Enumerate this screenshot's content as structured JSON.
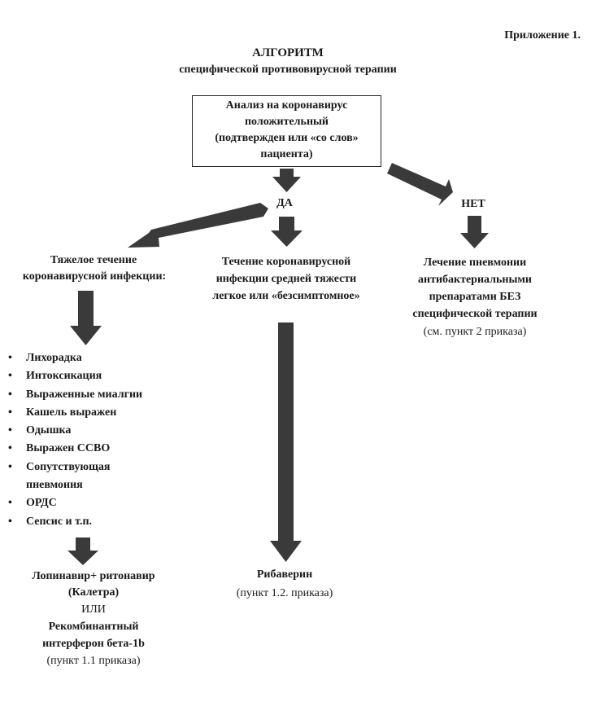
{
  "appendix": "Приложение 1.",
  "title": "АЛГОРИТМ",
  "subtitle": "специфической противовирусной терапии",
  "top_box": {
    "lines": [
      "Анализ на коронавирус",
      "положительный",
      "(подтвержден или «со слов»",
      "пациента)"
    ]
  },
  "yes_label": "ДА",
  "no_label": "НЕТ",
  "severe": {
    "heading_lines": [
      "Тяжелое течение",
      "коронавирусной инфекции:"
    ],
    "symptoms": [
      "Лихорадка",
      "Интоксикация",
      "Выраженные миалгии",
      "Кашель выражен",
      "Одышка",
      "Выражен ССВО",
      "Сопутствующая пневмония",
      "ОРДС",
      "Сепсис и т.п."
    ],
    "treatment": {
      "line1": "Лопинавир+ ритонавир",
      "line2": "(Калетра)",
      "or_text": "ИЛИ",
      "line3": "Рекомбинантный",
      "line4": "интерферон бета-1b",
      "ref": "(пункт 1.1 приказа)"
    }
  },
  "moderate": {
    "heading_lines": [
      "Течение коронавирусной",
      "инфекции средней тяжести",
      "легкое или «безсимптомное»"
    ],
    "treatment": "Рибаверин",
    "ref": "(пункт 1.2. приказа)"
  },
  "negative": {
    "lines": [
      "Лечение пневмонии",
      "антибактериальными",
      "препаратами БЕЗ",
      "специфической терапии"
    ],
    "ref": "(см. пункт 2 приказа)"
  },
  "colors": {
    "arrow": "#3a3a3a",
    "text": "#1a1a1a"
  }
}
